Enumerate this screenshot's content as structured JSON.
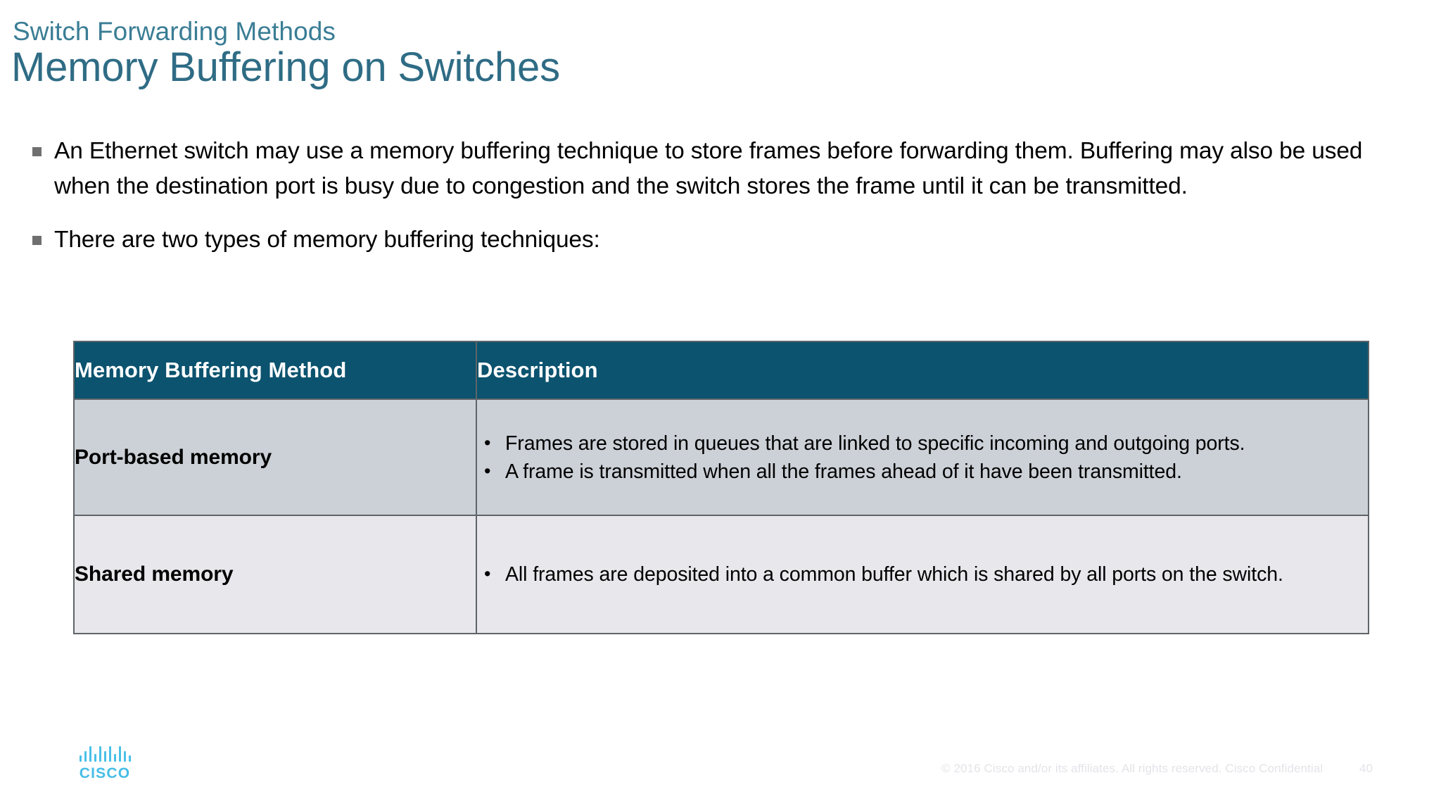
{
  "slide": {
    "eyebrow": "Switch Forwarding Methods",
    "title": "Memory Buffering on Switches",
    "bullets": [
      "An Ethernet switch may use a memory buffering technique to store frames before forwarding them. Buffering may also be used when the destination port is busy due to congestion and the switch stores the frame until it can be transmitted.",
      "There are two types of memory buffering techniques:"
    ]
  },
  "table": {
    "headers": [
      "Memory Buffering Method",
      "Description"
    ],
    "rows": [
      {
        "method": "Port-based memory",
        "description": [
          "Frames are stored in queues that are linked to specific incoming and outgoing ports.",
          "A frame is transmitted when all the frames ahead of it have been transmitted."
        ]
      },
      {
        "method": "Shared memory",
        "description": [
          "All frames are deposited into a common buffer which is shared by all ports on the switch."
        ]
      }
    ]
  },
  "footer": {
    "logo_word": "CISCO",
    "copyright": "© 2016  Cisco and/or its affiliates. All rights reserved.   Cisco Confidential",
    "page_number": "40"
  },
  "colors": {
    "title_teal": "#2f6c85",
    "eyebrow_teal": "#3a7d95",
    "table_header_bg": "#0b536f",
    "row_a_bg": "#ccd1d7",
    "row_b_bg": "#e7e7ec",
    "border": "#5f6468",
    "cisco_blue": "#45bde6"
  }
}
